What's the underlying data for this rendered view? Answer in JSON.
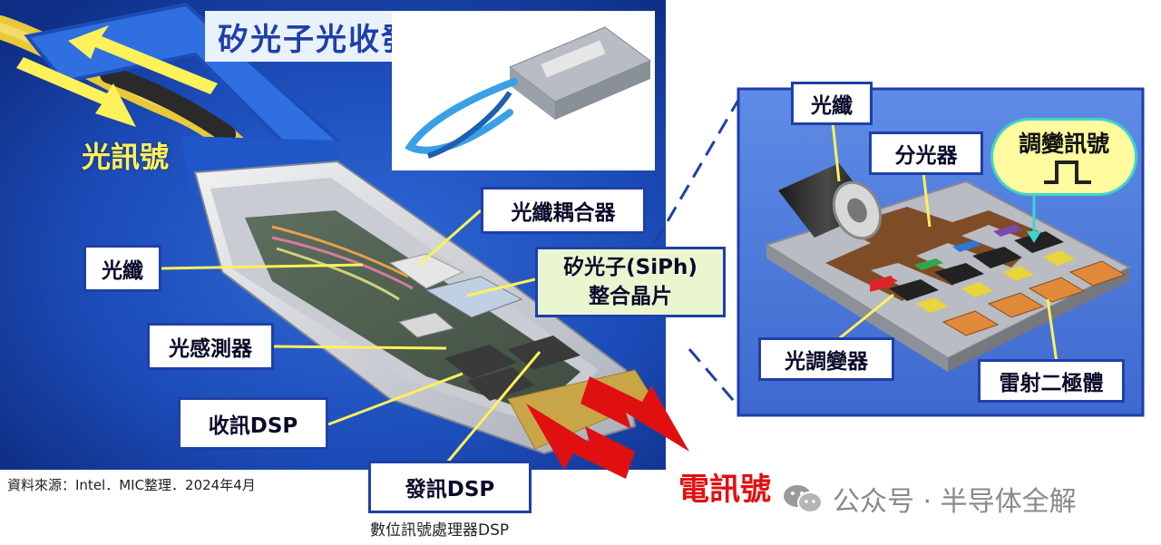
{
  "title": "矽光子光收發器",
  "left_labels": {
    "fiber": "光纖",
    "fiber_coupler": "光纖耦合器",
    "siph_chip_line1": "矽光子(SiPh)",
    "siph_chip_line2": "整合晶片",
    "photodetector": "光感測器",
    "rx_dsp": "收訊DSP",
    "tx_dsp": "發訊DSP"
  },
  "optical_signal": "光訊號",
  "electrical_signal": "電訊號",
  "source_note": "資料來源：Intel．MIC整理．2024年4月",
  "caption": "數位訊號處理器DSP",
  "right_labels": {
    "fiber": "光纖",
    "splitter": "分光器",
    "modulated_signal": "調變訊號",
    "modulator": "光調變器",
    "laser_diode": "雷射二極體"
  },
  "watermark": "公众号 · 半导体全解",
  "colors": {
    "panel_blue": "#1f3fa8",
    "label_border": "#1f3fa8",
    "green_label_bg": "#eaf6cf",
    "signal_yellow": "#fff15a",
    "electrical_red": "#e01010",
    "bubble_yellow": "#fffb9e",
    "bubble_border": "#3fd6c8"
  }
}
